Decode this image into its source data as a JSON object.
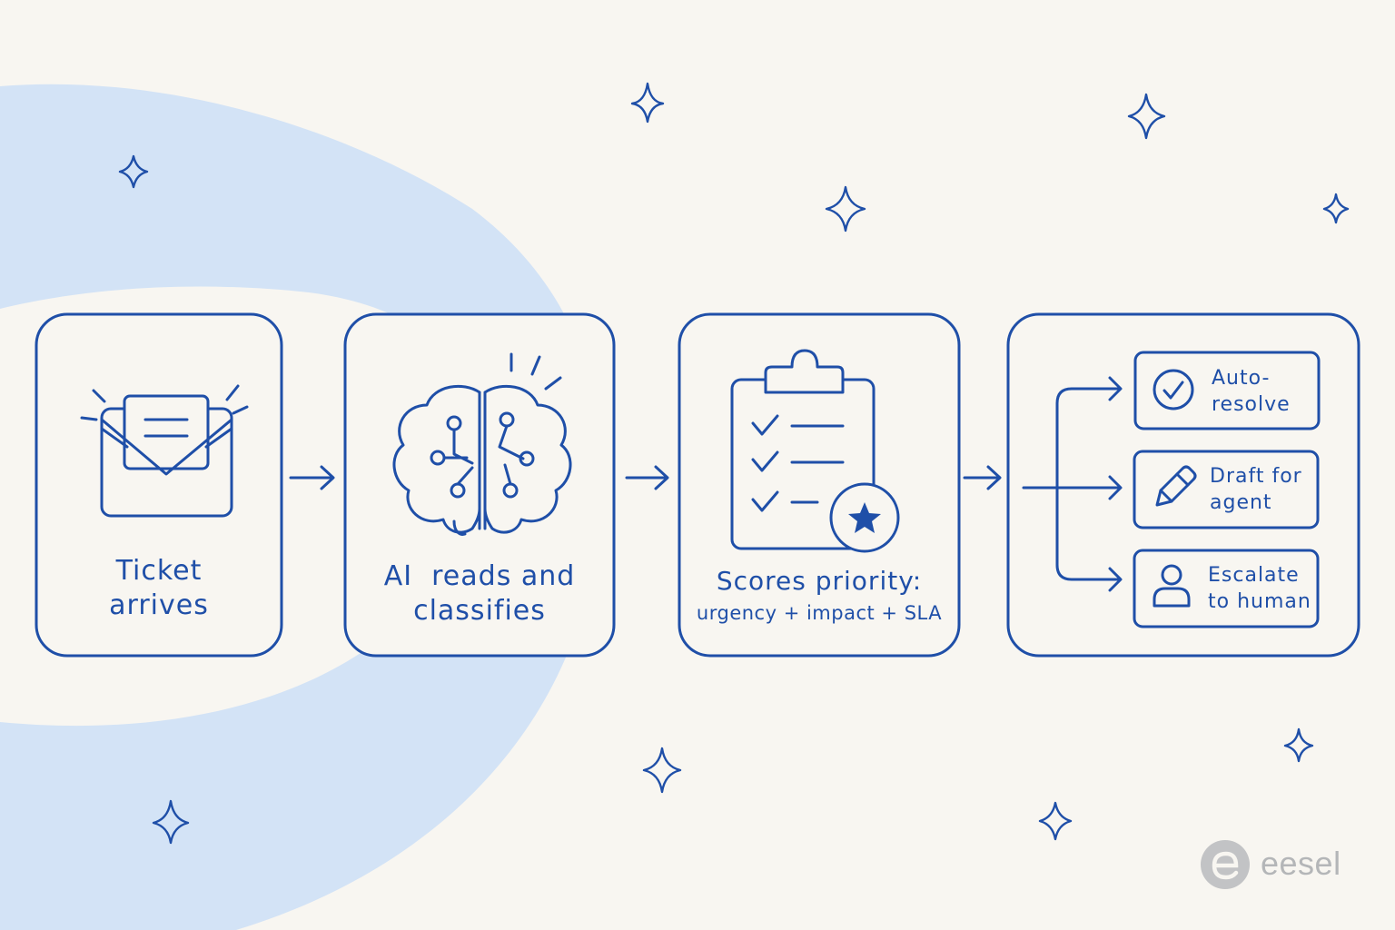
{
  "steps": [
    {
      "line1": "Ticket",
      "line2": "arrives"
    },
    {
      "line1": "AI  reads and",
      "line2": "classifies"
    },
    {
      "line1": "Scores priority:",
      "line2": "urgency + impact + SLA"
    }
  ],
  "options": [
    {
      "line1": "Auto-",
      "line2": "resolve",
      "icon": "check-circle-icon"
    },
    {
      "line1": "Draft for",
      "line2": "agent",
      "icon": "pencil-icon"
    },
    {
      "line1": "Escalate",
      "line2": "to human",
      "icon": "person-icon"
    }
  ],
  "brand": {
    "name": "eesel"
  },
  "colors": {
    "ink": "#1f4fa8",
    "background": "#f8f6f1",
    "blob": "#d3e3f6",
    "logo": "#b4b6b8"
  }
}
